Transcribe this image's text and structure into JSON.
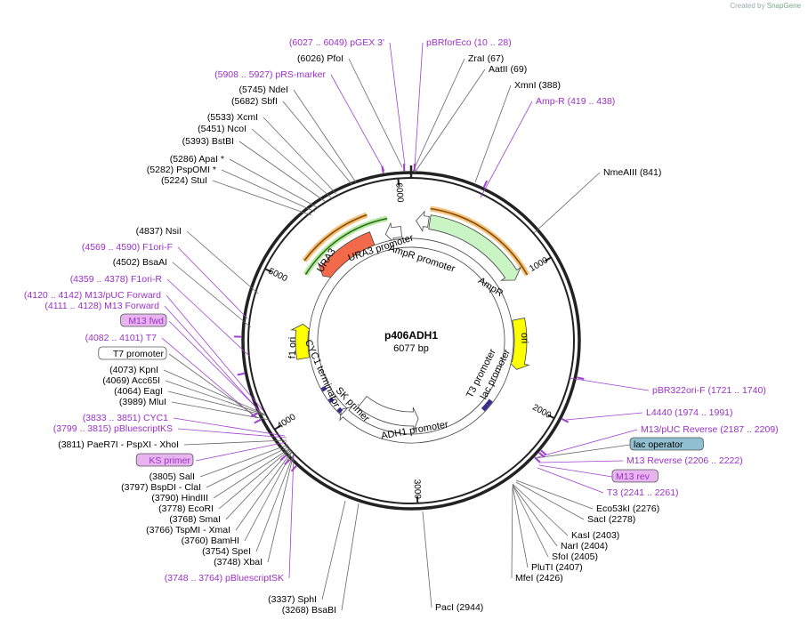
{
  "credit": {
    "prefix": "Created by",
    "brand": "SnapGene"
  },
  "map": {
    "name": "p406ADH1",
    "size_label": "6077 bp",
    "total_bp": 6077,
    "ticks": [
      "1000",
      "2000",
      "3000",
      "4000",
      "5000",
      "6000"
    ]
  },
  "features": [
    {
      "label": "AmpR",
      "start": 1009,
      "end": 151
    },
    {
      "label": "ori",
      "start": 1777,
      "end": 1328
    },
    {
      "label": "URA3",
      "start": 5170,
      "end": 5725
    },
    {
      "label": "f1 ori",
      "start": 4705,
      "end": 4400
    },
    {
      "label": "ADH1 promoter",
      "start": 2950,
      "end": 3690
    },
    {
      "label": "URA3 promoter",
      "start": 5850,
      "end": 5990
    },
    {
      "label": "AmpR promoter",
      "start": 140,
      "end": 40
    },
    {
      "label": "T3 promoter",
      "start": 2250,
      "end": 2200
    },
    {
      "label": "lac promoter",
      "start": 2280,
      "end": 2240
    },
    {
      "label": "SK primer",
      "start": 3770,
      "end": 3805
    },
    {
      "label": "CYC1 terminator",
      "start": 3880,
      "end": 3940
    }
  ],
  "left_labels": [
    {
      "text": "(6027 .. 6049)  pGEX 3'",
      "color": "#9b30c8"
    },
    {
      "text": "(6026)  PfoI",
      "color": "#000"
    },
    {
      "text": "(5908 .. 5927)  pRS-marker",
      "color": "#9b30c8"
    },
    {
      "text": "(5745)  NdeI",
      "color": "#000"
    },
    {
      "text": "(5682)  SbfI",
      "color": "#000"
    },
    {
      "text": "(5533)  XcmI",
      "color": "#000"
    },
    {
      "text": "(5451)  NcoI",
      "color": "#000"
    },
    {
      "text": "(5393)  BstBI",
      "color": "#000"
    },
    {
      "text": "(5286)  ApaI *",
      "color": "#000"
    },
    {
      "text": "(5282)  PspOMI *",
      "color": "#000"
    },
    {
      "text": "(5224)  StuI",
      "color": "#000"
    },
    {
      "text": "(4837)  NsiI",
      "color": "#000"
    },
    {
      "text": "(4569 .. 4590)  F1ori-F",
      "color": "#9b30c8"
    },
    {
      "text": "(4502)  BsaAI",
      "color": "#000"
    },
    {
      "text": "(4359 .. 4378)  F1ori-R",
      "color": "#9b30c8"
    },
    {
      "text": "(4120 .. 4142)  M13/pUC Forward",
      "color": "#9b30c8"
    },
    {
      "text": "(4111 .. 4128)  M13 Forward",
      "color": "#9b30c8"
    },
    {
      "text": "M13 fwd",
      "color": "#9b30c8",
      "box": "#e8b4f0"
    },
    {
      "text": "(4082 .. 4101)  T7",
      "color": "#9b30c8"
    },
    {
      "text": "T7 promoter",
      "color": "#000",
      "box": "#ffffff"
    },
    {
      "text": "(4073)  KpnI",
      "color": "#000"
    },
    {
      "text": "(4069)  Acc65I",
      "color": "#000"
    },
    {
      "text": "(4064)  EagI",
      "color": "#000"
    },
    {
      "text": "(3989)  MluI",
      "color": "#000"
    },
    {
      "text": "(3833 .. 3851)  CYC1",
      "color": "#9b30c8"
    },
    {
      "text": "(3799 .. 3815)  pBluescriptKS",
      "color": "#9b30c8"
    },
    {
      "text": "(3811)  PaeR7I  - PspXI  - XhoI",
      "color": "#000"
    },
    {
      "text": "KS primer",
      "color": "#9b30c8",
      "box": "#e8b4f0"
    },
    {
      "text": "(3805)  SalI",
      "color": "#000"
    },
    {
      "text": "(3797)  BspDI  - ClaI",
      "color": "#000"
    },
    {
      "text": "(3790)  HindIII",
      "color": "#000"
    },
    {
      "text": "(3778)  EcoRI",
      "color": "#000"
    },
    {
      "text": "(3768)  SmaI",
      "color": "#000"
    },
    {
      "text": "(3766)  TspMI  - XmaI",
      "color": "#000"
    },
    {
      "text": "(3760)  BamHI",
      "color": "#000"
    },
    {
      "text": "(3754)  SpeI",
      "color": "#000"
    },
    {
      "text": "(3748)  XbaI",
      "color": "#000"
    },
    {
      "text": "(3748 .. 3764)  pBluescriptSK",
      "color": "#9b30c8"
    },
    {
      "text": "(3337)  SphI",
      "color": "#000"
    },
    {
      "text": "(3268)  BsaBI",
      "color": "#000"
    }
  ],
  "right_labels": [
    {
      "text": "pBRforEco  (10 .. 28)",
      "color": "#9b30c8"
    },
    {
      "text": "ZraI  (67)",
      "color": "#000"
    },
    {
      "text": "AatII  (69)",
      "color": "#000"
    },
    {
      "text": "XmnI  (388)",
      "color": "#000"
    },
    {
      "text": "Amp-R  (419 .. 438)",
      "color": "#9b30c8"
    },
    {
      "text": "NmeAIII  (841)",
      "color": "#000"
    },
    {
      "text": "pBR322ori-F  (1721 .. 1740)",
      "color": "#9b30c8"
    },
    {
      "text": "L4440  (1974 .. 1991)",
      "color": "#9b30c8"
    },
    {
      "text": "M13/pUC Reverse  (2187 .. 2209)",
      "color": "#9b30c8"
    },
    {
      "text": "lac operator",
      "color": "#000",
      "box": "#8fbfd0"
    },
    {
      "text": "M13 Reverse  (2206 .. 2222)",
      "color": "#9b30c8"
    },
    {
      "text": "M13 rev",
      "color": "#9b30c8",
      "box": "#e8b4f0"
    },
    {
      "text": "T3  (2241 .. 2261)",
      "color": "#9b30c8"
    },
    {
      "text": "Eco53kI  (2276)",
      "color": "#000"
    },
    {
      "text": "SacI  (2278)",
      "color": "#000"
    },
    {
      "text": "KasI  (2403)",
      "color": "#000"
    },
    {
      "text": "NarI  (2404)",
      "color": "#000"
    },
    {
      "text": "SfoI  (2405)",
      "color": "#000"
    },
    {
      "text": "PluTI  (2407)",
      "color": "#000"
    },
    {
      "text": "MfeI  (2426)",
      "color": "#000"
    },
    {
      "text": "PacI  (2944)",
      "color": "#000"
    }
  ]
}
